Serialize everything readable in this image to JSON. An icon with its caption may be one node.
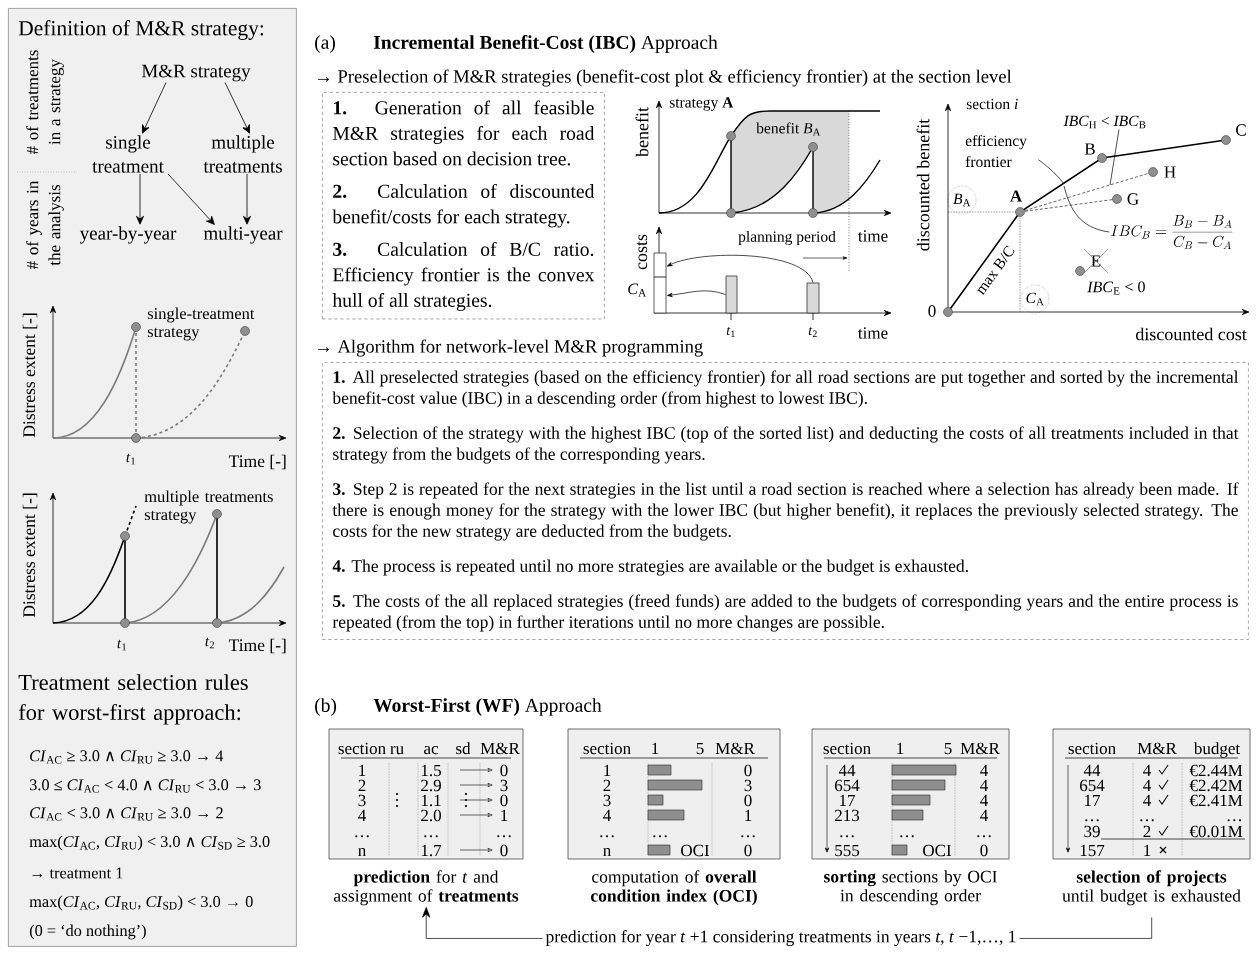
{
  "diagram": {
    "nodes": [
      {
        "text": [
          "Definition of M&R strategy:",
          "Treatment selection rules for worst-first approach:"
        ]
      },
      {
        "text": [
          "M&R strategy"
        ],
        "in": 0
      },
      {
        "text": [
          "single treatment"
        ],
        "in": 0
      },
      {
        "text": [
          "multiple treatments"
        ],
        "in": 0
      },
      {
        "text": [
          "year-by-year"
        ],
        "in": 0
      },
      {
        "text": [
          "multi-year"
        ],
        "in": 0
      },
      {
        "text": [
          "**1.** Generation of all feasible M&R strategies for each road section based on decision tree.",
          "**2.** Calculation of discounted benefit/costs for each strategy.",
          "**3.** Calculation of B/C ratio. Efficiency frontier is the convex hull of all strategies."
        ]
      },
      {
        "text": [],
        "shape": "bar"
      },
      {
        "text": [],
        "shape": "bar"
      },
      {
        "text": [],
        "shape": "bar"
      },
      {
        "text": [
          "efficiency frontier"
        ]
      },
      {
        "text": [
          "*B*$_{A}$"
        ]
      },
      {
        "text": [
          "*IBC*$_{H}$ < *IBC*$_{B}$"
        ]
      },
      {
        "text": [
          "*C*$_{A}$"
        ]
      },
      {
        "text": [
          "IBC_B = \\frac{B_B - B_A}{C_B - C_A}"
        ]
      },
      {
        "text": [
          "**1.** All preselected strategies (based on the efficiency frontier) for all road sections are put together and sorted by the incremental benefit-cost value (IBC) in a descending order (from highest to lowest IBC).",
          "**2.** Selection of the strategy with the highest IBC (top of the sorted list) and deducting the costs of all treatments included in that strategy from the budgets of the corresponding years.",
          "**3.** Step 2 is repeated for the next strategies in the list until a road section is reached where a selection has already been made. If there is enough money for the strategy with the lower IBC (but higher benefit), it replaces the previously selected strategy. The costs for the new strategy are deducted from the budgets.",
          "**4.** The process is repeated until no more strategies are available or the budget is exhausted.",
          "**5.** The costs of the all replaced strategies (freed funds) are added to the budgets of corresponding years and the entire process is repeated (from the top) in further iterations until no more changes are possible."
        ]
      },
      {
        "text": [
          "section",
          "ru",
          "ac",
          "sd",
          "M&R",
          "1",
          "1.5",
          "0",
          "2",
          "2.9",
          "3",
          "3",
          "1.1",
          "0",
          "4",
          "2.0",
          "1",
          "…",
          "…",
          "…",
          "n",
          "1.7",
          "0"
        ],
        "beside": [
          "**prediction** for *t* and assignment of **treatments**"
        ]
      },
      {
        "text": [
          "section",
          "1",
          "5",
          "M&R",
          "1",
          "0",
          "2",
          "3",
          "3",
          "0",
          "4",
          "1",
          "…",
          "…",
          "…",
          "n",
          "OCI",
          "0"
        ],
        "beside": [
          "computation of **overall condition index (OCI)**"
        ]
      },
      {
        "text": [
          "section",
          "1",
          "5",
          "M&R",
          "44",
          "4",
          "654",
          "4",
          "17",
          "4",
          "213",
          "4",
          "…",
          "…",
          "…",
          "555",
          "OCI",
          "0"
        ],
        "beside": [
          "**sorting** sections by OCI in descending order"
        ]
      },
      {
        "text": [
          "section",
          "M&R",
          "budget",
          "44",
          "4",
          "€2.44M",
          "654",
          "4",
          "€2.42M",
          "17",
          "4",
          "€2.41M",
          "…",
          "…",
          "…",
          "39",
          "2",
          "€0.01M",
          "157",
          "1"
        ],
        "beside": [
          "**selection of projects** until budget is exhausted"
        ]
      }
    ],
    "edges": [
      {
        "from": 1,
        "to": 2,
        "arrow": "to"
      },
      {
        "from": 1,
        "to": 3,
        "arrow": "to"
      },
      {
        "from": 2,
        "to": 4,
        "arrow": "to"
      },
      {
        "from": 2,
        "to": 5,
        "arrow": "to"
      },
      {
        "from": 3,
        "to": 5,
        "arrow": "to"
      },
      {
        "from": 8,
        "to": 7,
        "arrow": "to"
      },
      {
        "from": 9,
        "to": 7,
        "arrow": "to"
      },
      {
        "from": 10,
        "to": null,
        "arrow": "none"
      },
      {
        "from": 12,
        "to": null,
        "arrow": "none"
      },
      {
        "from": 14,
        "to": null,
        "arrow": "none"
      },
      {
        "from": 19,
        "to": 16,
        "arrow": "to",
        "label": "prediction for year *t* +1 considering treatments in years *t, t* −1,…, 1"
      }
    ],
    "labels": [
      "# of treatments in a strategy",
      "# of years in the analysis",
      "Distress extent [-]",
      "single-treatment strategy",
      "*t*$_{1}$",
      "Time [-]",
      "Distress extent [-]",
      "multiple treatments strategy",
      "*t*$_{1}$",
      "*t*$_{2}$",
      "Time [-]",
      "*CI*$_{AC}$ ≥ 3.0 ∧ *CI*$_{RU}$ ≥ 3.0 → 4",
      "3.0 ≤ *CI*$_{AC}$ < 4.0 ∧ *CI*$_{RU}$ < 3.0 → 3",
      "*CI*$_{AC}$ < 3.0 ∧ *CI*$_{RU}$ ≥ 3.0 → 2",
      "max(*CI*$_{AC}$, *CI*$_{RU}$) < 3.0 ∧ *CI*$_{SD}$ ≥ 3.0",
      "→ treatment 1",
      "max(*CI*$_{AC}$, *CI*$_{RU}$, *CI*$_{SD}$) < 3.0 → 0",
      "(0 = ‘do nothing’)",
      "(a)",
      "**Incremental Benefit-Cost (IBC)** Approach",
      "→ Preselection of M&R strategies (benefit-cost plot & efficiency frontier) at the section level",
      "benefit",
      "strategy **A**",
      "benefit *B*$_{A}$",
      "costs",
      "*C*$_{A}$",
      "planning period",
      "time",
      "*t*$_{1}$",
      "*t*$_{2}$",
      "time",
      "section *i*",
      "discounted benefit",
      "C",
      "B",
      "H",
      "A",
      "G",
      "max B/C",
      "E",
      "*IBC*$_{E}$ < 0",
      "0",
      "discounted cost",
      "→ Algorithm for network-level M&R programming",
      "(b)",
      "**Worst-First (WF)** Approach"
    ]
  }
}
